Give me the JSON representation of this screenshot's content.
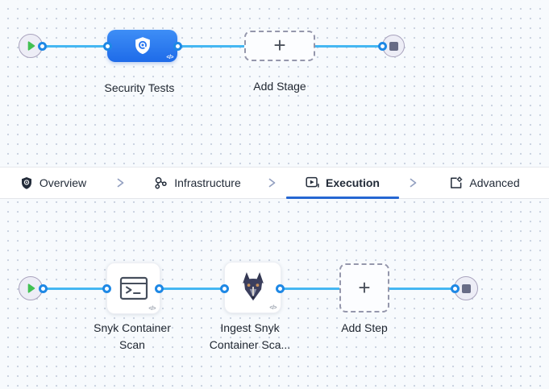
{
  "colors": {
    "edge_blue": "#45b7f2",
    "port_blue": "#1e88e5",
    "stage_blue_top": "#3e8ef6",
    "stage_blue_bottom": "#1e6be9",
    "active_tab_underline": "#2566d2",
    "play_green": "#42c153",
    "stop_slate": "#686c86",
    "canvas_bg": "#f7fafd"
  },
  "code_badge": "</>",
  "stage_graph": {
    "start_icon": "play-icon",
    "stage_node": {
      "label": "Security Tests",
      "icon": "security-shield-icon"
    },
    "add_stage": {
      "plus": "+",
      "label": "Add Stage"
    },
    "end_icon": "stop-icon"
  },
  "tab_bar": {
    "separator_icon": "chevron-right-icon",
    "items": [
      {
        "label": "Overview",
        "icon": "shield-icon",
        "active": false
      },
      {
        "label": "Infrastructure",
        "icon": "cluster-icon",
        "active": false
      },
      {
        "label": "Execution",
        "icon": "execution-play-icon",
        "active": true
      },
      {
        "label": "Advanced",
        "icon": "advanced-gear-icon",
        "active": false
      }
    ]
  },
  "execution_graph": {
    "start_icon": "play-icon",
    "steps": [
      {
        "label_lines": [
          "Snyk Container",
          "Scan"
        ],
        "icon": "terminal-icon"
      },
      {
        "label_lines": [
          "Ingest Snyk",
          "Container Sca..."
        ],
        "icon": "snyk-dog-icon"
      }
    ],
    "add_step": {
      "plus": "+",
      "label": "Add Step"
    },
    "end_icon": "stop-icon"
  }
}
